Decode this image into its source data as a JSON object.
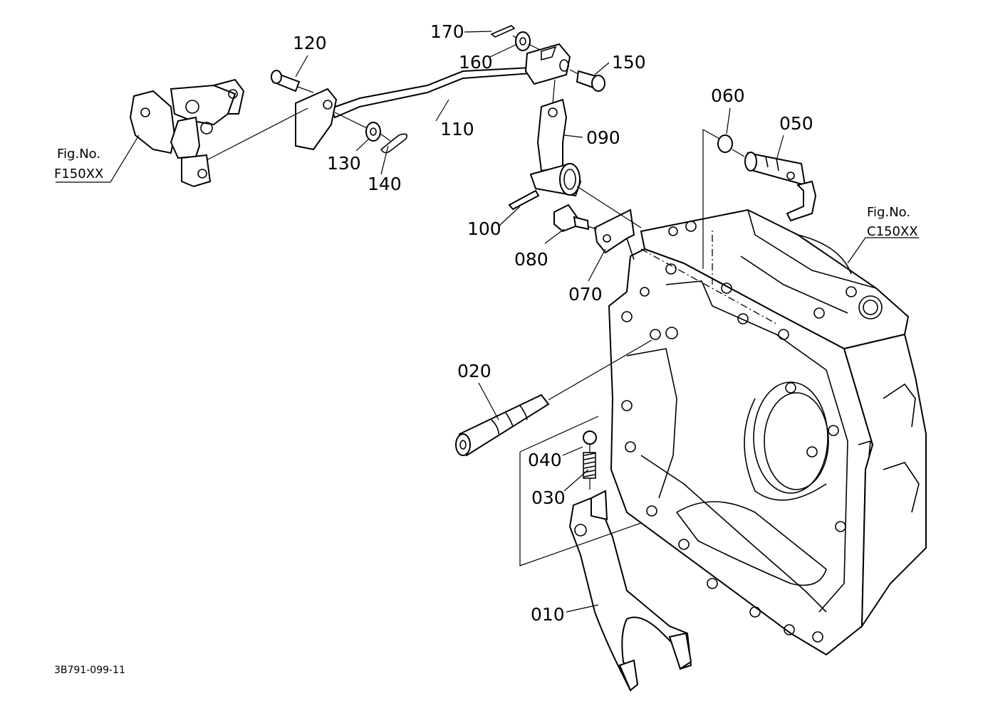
{
  "diagram": {
    "callouts": {
      "p010": "010",
      "p020": "020",
      "p030": "030",
      "p040": "040",
      "p050": "050",
      "p060": "060",
      "p070": "070",
      "p080": "080",
      "p090": "090",
      "p100": "100",
      "p110": "110",
      "p120": "120",
      "p130": "130",
      "p140": "140",
      "p150": "150",
      "p160": "160",
      "p170": "170"
    },
    "figure_refs": {
      "left": {
        "line1": "Fig.No.",
        "line2": "F150XX"
      },
      "right": {
        "line1": "Fig.No.",
        "line2": "C150XX"
      }
    },
    "doc_id": "3B791-099-11"
  }
}
